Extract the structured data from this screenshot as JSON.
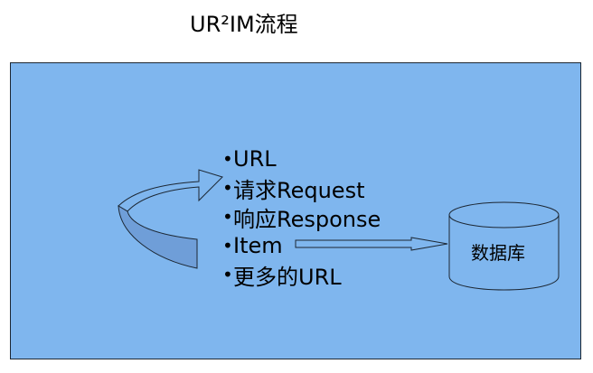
{
  "title": "UR²IM流程",
  "colors": {
    "panel_fill": "#7fb6ee",
    "arrow_fill": "#6f9ed8",
    "border": "#1c2733"
  },
  "items": [
    "URL",
    "请求Request",
    "响应Response",
    "Item",
    "更多的URL"
  ],
  "database_label": "数据库",
  "icons": {
    "cycle_arrow": "curved-arrow-icon",
    "storage": "database-cylinder-icon",
    "connector": "right-arrow-icon"
  }
}
